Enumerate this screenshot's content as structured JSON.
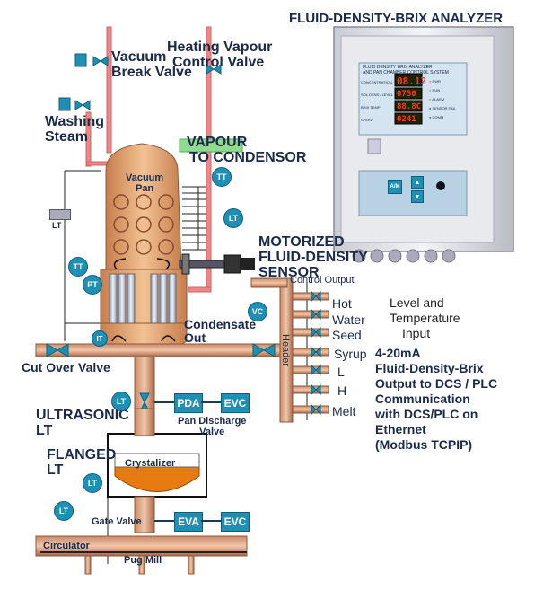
{
  "title": "FLUID-DENSITY-BRIX ANALYZER",
  "labels": {
    "heating_vapour_1": "Heating Vapour",
    "heating_vapour_2": "Control Valve",
    "vacuum_break_1": "Vacuum",
    "vacuum_break_2": "Break Valve",
    "washing_1": "Washing",
    "washing_2": "Steam",
    "vapour_1": "VAPOUR",
    "vapour_2": "TO CONDENSOR",
    "vacuum_pan_1": "Vacuum",
    "vacuum_pan_2": "Pan",
    "motorized_1": "MOTORIZED",
    "motorized_2": "FLUID-DENSITY",
    "motorized_3": "SENSOR",
    "control_output": "Control Output",
    "condensate_1": "Condensate",
    "condensate_2": "Out",
    "cut_over": "Cut Over Valve",
    "header": "Header",
    "ultrasonic_1": "ULTRASONIC",
    "ultrasonic_2": "LT",
    "flanged_1": "FLANGED",
    "flanged_2": "LT",
    "crystalizer": "Crystalizer",
    "pan_discharge_1": "Pan Discharge",
    "pan_discharge_2": "Valve",
    "gate_valve": "Gate Valve",
    "circulator": "Circulator",
    "pug_mill": "Pug Mill",
    "lt_side": "LT"
  },
  "header_outputs": [
    "Hot",
    "Water",
    "Seed",
    "Syrup",
    "L",
    "H",
    "Melt"
  ],
  "level_temp": [
    "Level and",
    "Temperature",
    "Input"
  ],
  "output_text": [
    "4-20mA",
    "Fluid-Density-Brix",
    "Output to DCS / PLC",
    "Communication",
    "with DCS/PLC on",
    "Ethernet",
    "(Modbus TCPIP)"
  ],
  "instruments": {
    "tt1": "TT",
    "lt1": "LT",
    "tt2": "TT",
    "pt": "PT",
    "it": "IT",
    "vc": "VC",
    "lt_ultra": "LT",
    "lt_flanged": "LT",
    "lt_gate": "LT"
  },
  "boxes": {
    "pda": "PDA",
    "evc1": "EVC",
    "eva": "EVA",
    "evc2": "EVC"
  },
  "analyzer": {
    "header_line1": "FLUID DENSITY BRIX ANALYZER",
    "header_line2": "AND PAN CHAMBER CONTROL SYSTEM",
    "readings": [
      "08.12",
      "0750",
      "88.8C",
      "0241"
    ],
    "row_labels": [
      "CONCENTRATION",
      "SOL.DENS / LEVEL",
      "BRIX TEMP",
      "SPEED"
    ],
    "status": [
      "PWR",
      "RUN",
      "ALARM",
      "SENSOR FAIL",
      "COMM"
    ],
    "buttons": [
      "A/M",
      "▲",
      "▼"
    ]
  },
  "colors": {
    "pipe": "#d99a7a",
    "pipe_dark": "#b06a4a",
    "pan": "#e0a070",
    "instrument": "#1f8fb4",
    "label": "#1b2a4a",
    "vapour": "#7fd07f",
    "crystal": "#e77b12"
  }
}
